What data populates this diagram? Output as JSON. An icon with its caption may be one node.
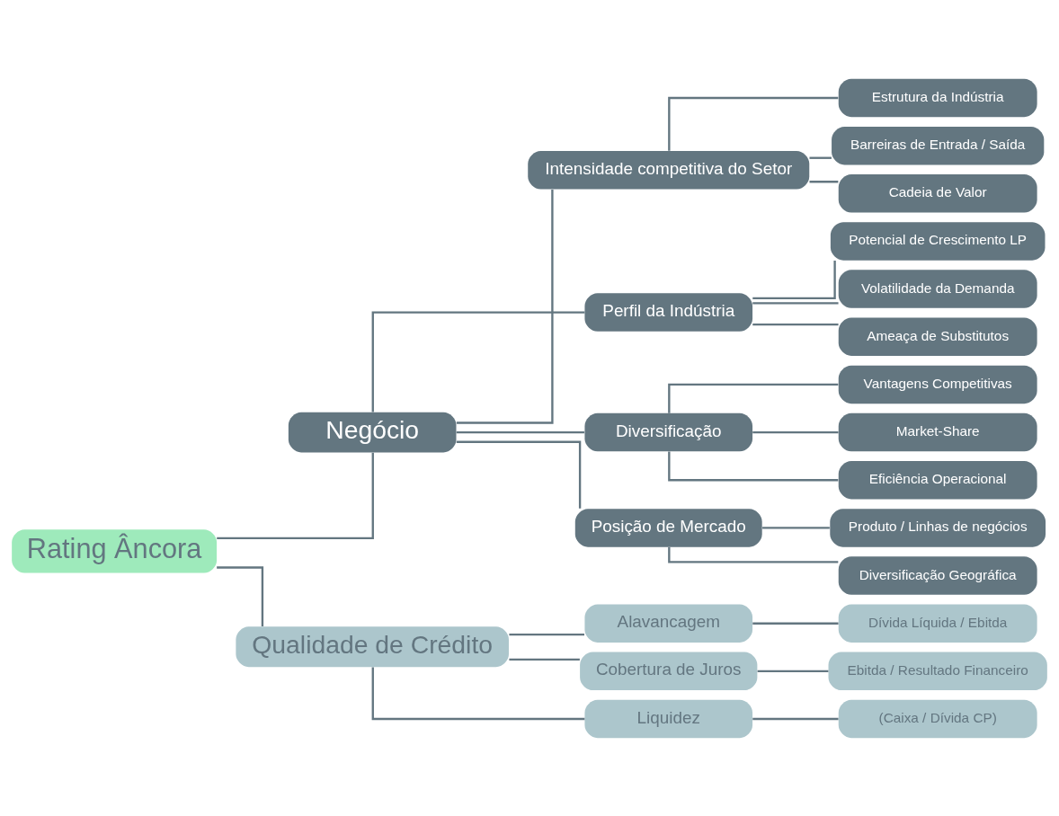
{
  "diagram": {
    "nodes": [
      {
        "text": [
          "Rating Âncora"
        ]
      },
      {
        "text": [
          "Negócio"
        ]
      },
      {
        "text": [
          "Intensidade competitiva do Setor"
        ]
      },
      {
        "text": [
          "Estrutura da Indústria"
        ]
      },
      {
        "text": [
          "Barreiras de Entrada / Saída"
        ]
      },
      {
        "text": [
          "Cadeia de Valor"
        ]
      },
      {
        "text": [
          "Perfil da Indústria"
        ]
      },
      {
        "text": [
          "Potencial de Crescimento LP"
        ]
      },
      {
        "text": [
          "Volatilidade da Demanda"
        ]
      },
      {
        "text": [
          "Ameaça de Substitutos"
        ]
      },
      {
        "text": [
          "Diversificação"
        ]
      },
      {
        "text": [
          "Vantagens Competitivas"
        ]
      },
      {
        "text": [
          "Market-Share"
        ]
      },
      {
        "text": [
          "Eficiência Operacional"
        ]
      },
      {
        "text": [
          "Posição de Mercado"
        ]
      },
      {
        "text": [
          "Produto / Linhas de negócios"
        ]
      },
      {
        "text": [
          "Diversificação Geográfica"
        ]
      },
      {
        "text": [
          "Qualidade de Crédito"
        ]
      },
      {
        "text": [
          "Alavancagem"
        ]
      },
      {
        "text": [
          "Dívida Líquida / Ebitda"
        ]
      },
      {
        "text": [
          "Cobertura de Juros"
        ]
      },
      {
        "text": [
          "Ebitda / Resultado Financeiro"
        ]
      },
      {
        "text": [
          "Liquidez"
        ]
      },
      {
        "text": [
          "(Caixa / Dívida CP)"
        ]
      }
    ],
    "edges": [
      {
        "from": 0,
        "to": 1,
        "arrow": "none"
      },
      {
        "from": 0,
        "to": 17,
        "arrow": "none"
      },
      {
        "from": 1,
        "to": 2,
        "arrow": "none"
      },
      {
        "from": 1,
        "to": 6,
        "arrow": "none"
      },
      {
        "from": 1,
        "to": 10,
        "arrow": "none"
      },
      {
        "from": 1,
        "to": 14,
        "arrow": "none"
      },
      {
        "from": 2,
        "to": 3,
        "arrow": "none"
      },
      {
        "from": 2,
        "to": 4,
        "arrow": "none"
      },
      {
        "from": 2,
        "to": 5,
        "arrow": "none"
      },
      {
        "from": 6,
        "to": 7,
        "arrow": "none"
      },
      {
        "from": 6,
        "to": 8,
        "arrow": "none"
      },
      {
        "from": 6,
        "to": 9,
        "arrow": "none"
      },
      {
        "from": 10,
        "to": 11,
        "arrow": "none"
      },
      {
        "from": 10,
        "to": 12,
        "arrow": "none"
      },
      {
        "from": 10,
        "to": 13,
        "arrow": "none"
      },
      {
        "from": 14,
        "to": 15,
        "arrow": "none"
      },
      {
        "from": 14,
        "to": 16,
        "arrow": "none"
      },
      {
        "from": 17,
        "to": 18,
        "arrow": "none"
      },
      {
        "from": 17,
        "to": 20,
        "arrow": "none"
      },
      {
        "from": 17,
        "to": 22,
        "arrow": "none"
      },
      {
        "from": 18,
        "to": 19,
        "arrow": "none"
      },
      {
        "from": 20,
        "to": 21,
        "arrow": "none"
      },
      {
        "from": 22,
        "to": 23,
        "arrow": "none"
      }
    ]
  }
}
